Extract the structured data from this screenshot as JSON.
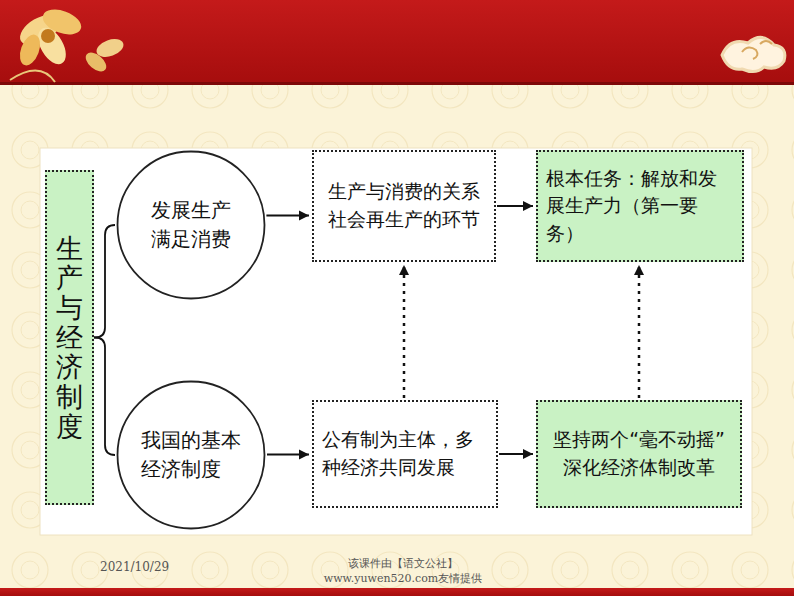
{
  "diagram": {
    "nodes": [
      {
        "text": [
          "生产与经济制度"
        ]
      },
      {
        "text": [
          "发展生产满足消费"
        ]
      },
      {
        "text": [
          "我国的基本经济制度"
        ]
      },
      {
        "text": [
          "生产与消费的关系",
          "社会再生产的环节"
        ]
      },
      {
        "text": [
          "根本任务：解放和发展生产力（第一要务）"
        ]
      },
      {
        "text": [
          "公有制为主体，多种经济共同发展"
        ]
      },
      {
        "text": [
          "坚持两个“毫不动摇”",
          "深化经济体制改革"
        ]
      }
    ],
    "edges": [
      {
        "from": 0,
        "to": 1,
        "arrow": "none"
      },
      {
        "from": 0,
        "to": 2,
        "arrow": "none"
      },
      {
        "from": 1,
        "to": 3,
        "arrow": "to"
      },
      {
        "from": 3,
        "to": 4,
        "arrow": "to"
      },
      {
        "from": 2,
        "to": 5,
        "arrow": "to"
      },
      {
        "from": 5,
        "to": 6,
        "arrow": "to"
      },
      {
        "from": 5,
        "to": 3,
        "arrow": "to"
      },
      {
        "from": 6,
        "to": 4,
        "arrow": "to"
      }
    ],
    "labels": [
      "2021/10/29",
      "该课件由【语文公社】 www.yuwen520.com友情提供"
    ]
  }
}
